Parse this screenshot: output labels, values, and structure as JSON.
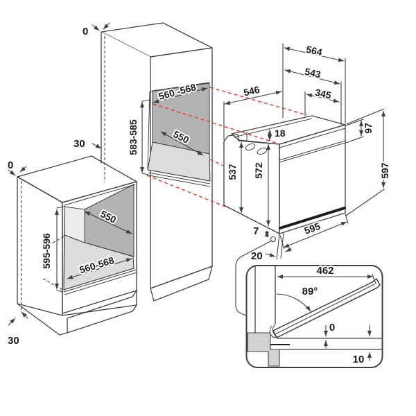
{
  "colors": {
    "red_dashed": "#e8402f",
    "line": "#3f3f3f",
    "text": "#1a1a1a",
    "niche_wall": "#b3b3b3",
    "niche_side_wall": "#ececec",
    "niche_floor": "#dcdcdc",
    "detail_gray": "#d2d2d2"
  },
  "tall_cabinet": {
    "top_gap": "0",
    "wall_offset": "30",
    "niche_width": "560 -568",
    "niche_height": "583-585",
    "niche_depth": "550"
  },
  "base_cabinet": {
    "top_gap": "0",
    "plinth_recess": "30",
    "niche_height": "595-596",
    "niche_depth": "550",
    "niche_width": "560-568"
  },
  "oven": {
    "depth": "546",
    "overall_width": "564",
    "body_width": "543",
    "vent_width": "345",
    "top_recess": "18",
    "fascia_height": "97",
    "overall_height": "597",
    "body_height": "537",
    "front_height": "572",
    "front_width": "595",
    "bottom_gap": "7",
    "bottom_inset": "20"
  },
  "door_detail": {
    "door_width": "462",
    "opening_angle": "89°",
    "flush_gap": "0",
    "bottom_clearance": "10"
  }
}
